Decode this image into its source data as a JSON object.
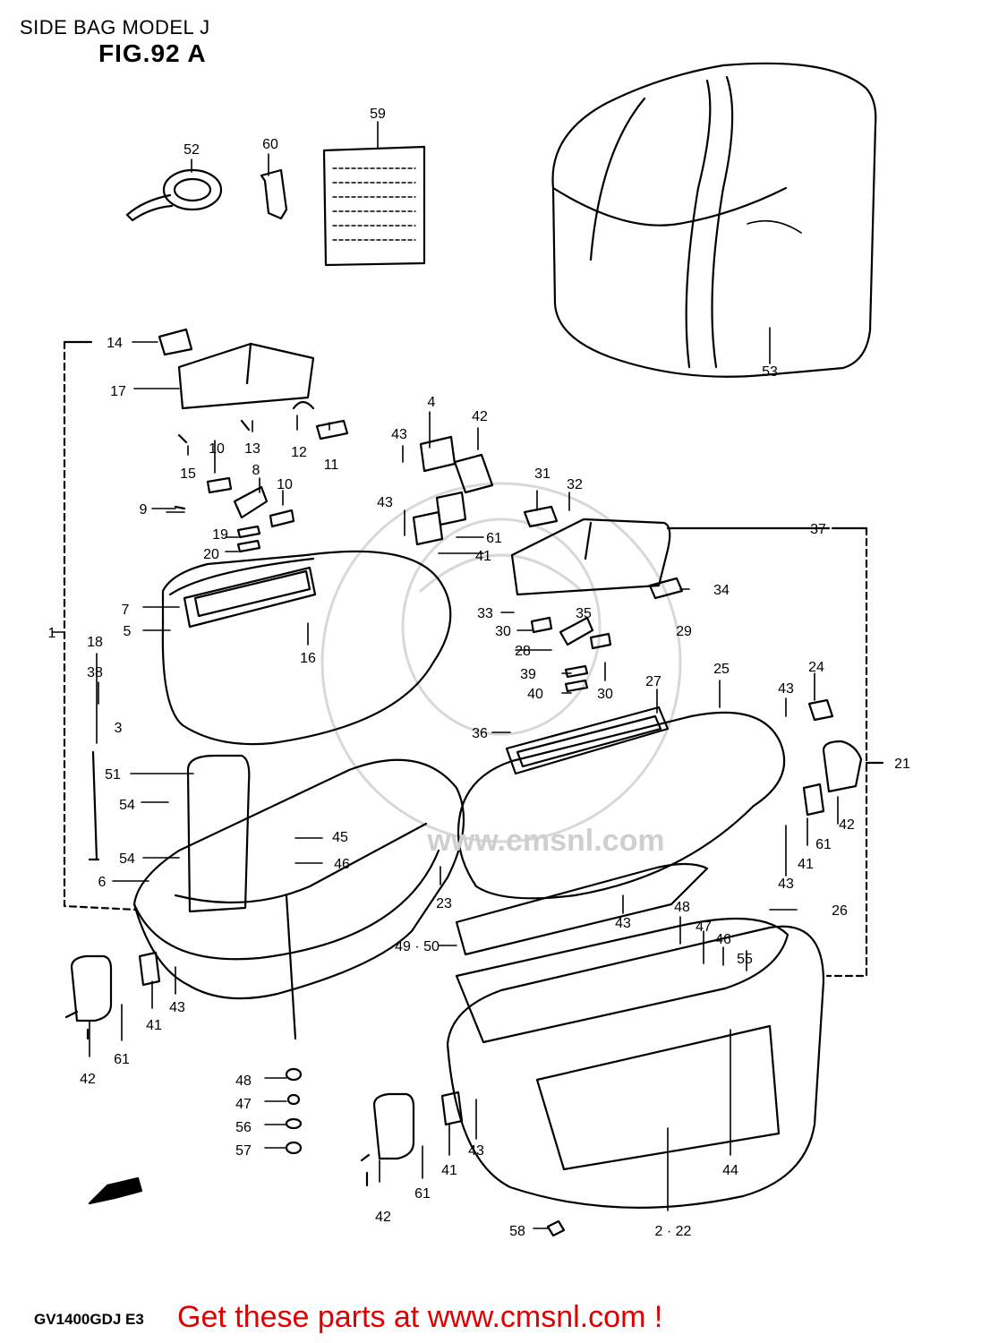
{
  "header": {
    "title": "SIDE BAG MODEL J",
    "figure": "FIG.92 A"
  },
  "footer": {
    "model_code": "GV1400GDJ E3",
    "cta": "Get these parts at www.cmsnl.com !"
  },
  "watermark": "www.cmsnl.com",
  "diagram": {
    "labels": [
      "52",
      "60",
      "59",
      "53",
      "14",
      "17",
      "10",
      "13",
      "12",
      "11",
      "15",
      "9",
      "8",
      "10",
      "19",
      "20",
      "7",
      "5",
      "16",
      "1",
      "18",
      "38",
      "3",
      "4",
      "42",
      "43",
      "31",
      "32",
      "37",
      "43",
      "61",
      "41",
      "34",
      "33",
      "30",
      "35",
      "29",
      "28",
      "39",
      "40",
      "30",
      "27",
      "25",
      "24",
      "43",
      "21",
      "36",
      "51",
      "54",
      "54",
      "6",
      "45",
      "46",
      "23",
      "42",
      "61",
      "41",
      "43",
      "43",
      "49 · 50",
      "48",
      "47",
      "46",
      "55",
      "26",
      "42",
      "61",
      "41",
      "43",
      "48",
      "47",
      "56",
      "57",
      "42",
      "61",
      "41",
      "43",
      "58",
      "2 · 22",
      "44"
    ]
  }
}
